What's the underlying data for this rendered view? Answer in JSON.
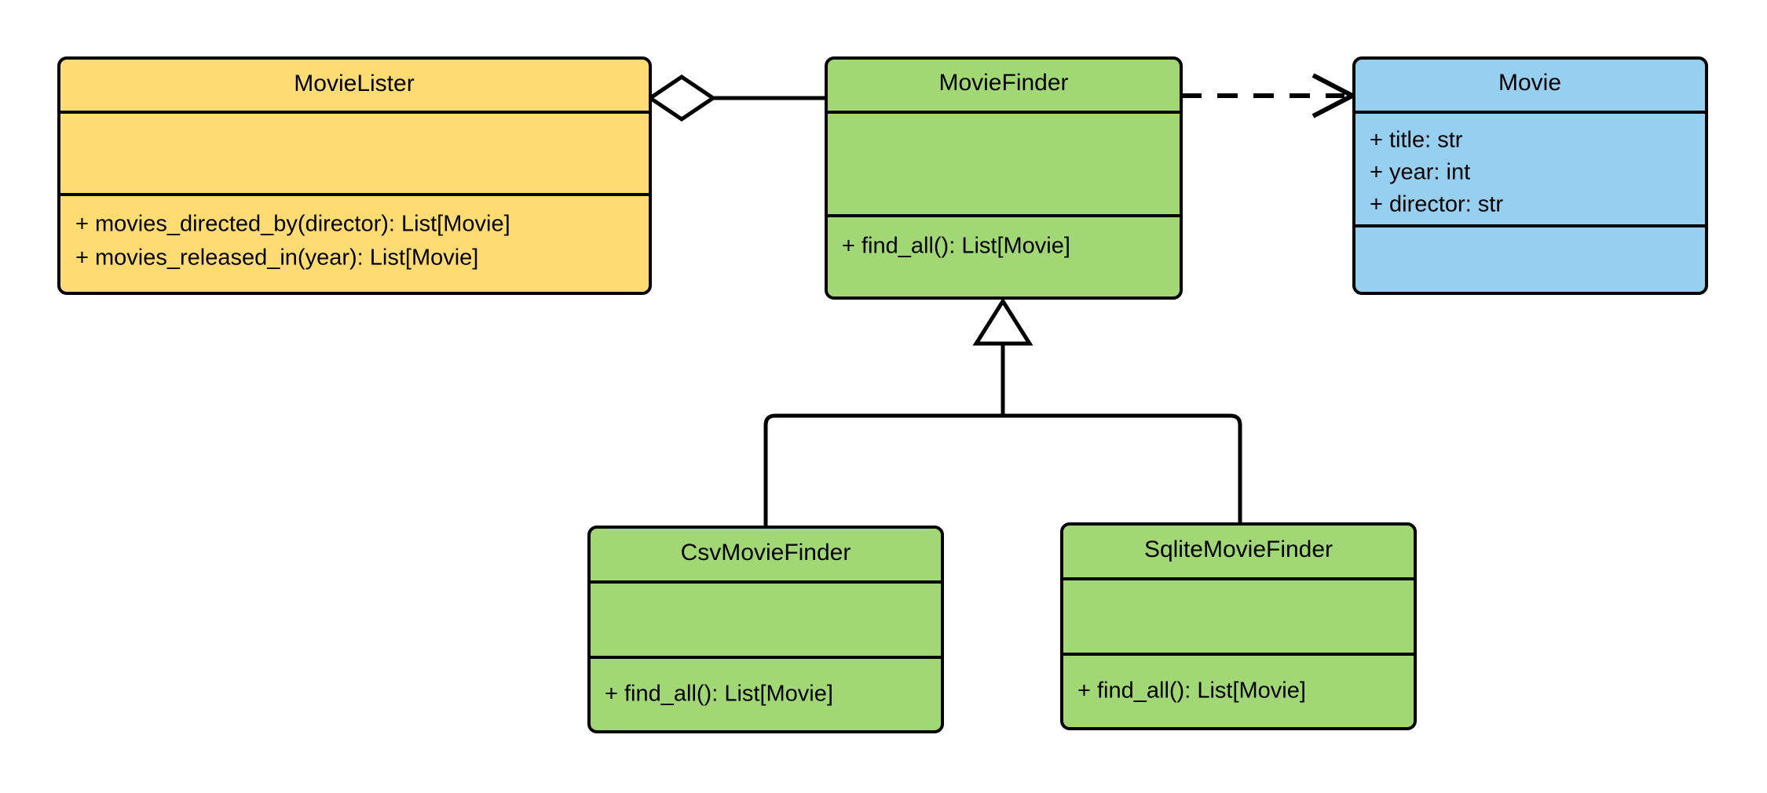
{
  "diagram": {
    "title": "MovieLister dependency injection UML class diagram",
    "type": "uml-class-diagram",
    "background_color": "#ffffff",
    "border_color": "#000000"
  },
  "palette": {
    "yellow": "#FFDC73",
    "green": "#A2D775",
    "blue": "#97CFF0",
    "white": "#FFFFFF",
    "black": "#000000"
  },
  "classes": {
    "movie_lister": {
      "name": "MovieLister",
      "fill": "#FFDC73",
      "attributes": [],
      "methods": [
        "+ movies_directed_by(director): List[Movie]",
        "+ movies_released_in(year): List[Movie]"
      ]
    },
    "movie_finder": {
      "name": "MovieFinder",
      "fill": "#A2D775",
      "attributes": [],
      "methods": [
        "+ find_all(): List[Movie]"
      ]
    },
    "movie": {
      "name": "Movie",
      "fill": "#97CFF0",
      "attributes": [
        "+ title: str",
        "+ year: int",
        "+ director: str"
      ],
      "methods": []
    },
    "csv_movie_finder": {
      "name": "CsvMovieFinder",
      "fill": "#A2D775",
      "attributes": [],
      "methods": [
        "+ find_all(): List[Movie]"
      ]
    },
    "sqlite_movie_finder": {
      "name": "SqliteMovieFinder",
      "fill": "#A2D775",
      "attributes": [],
      "methods": [
        "+ find_all(): List[Movie]"
      ]
    }
  },
  "relationships": [
    {
      "id": "aggregation",
      "kind": "aggregation",
      "from": "MovieLister",
      "to": "MovieFinder",
      "marker": "hollow-diamond",
      "line": "solid"
    },
    {
      "id": "dependency",
      "kind": "dependency",
      "from": "MovieFinder",
      "to": "Movie",
      "marker": "open-arrow",
      "line": "dashed"
    },
    {
      "id": "generalization-csv",
      "kind": "generalization",
      "from": "CsvMovieFinder",
      "to": "MovieFinder",
      "marker": "hollow-triangle",
      "line": "solid"
    },
    {
      "id": "generalization-sqlite",
      "kind": "generalization",
      "from": "SqliteMovieFinder",
      "to": "MovieFinder",
      "marker": "hollow-triangle",
      "line": "solid"
    }
  ]
}
